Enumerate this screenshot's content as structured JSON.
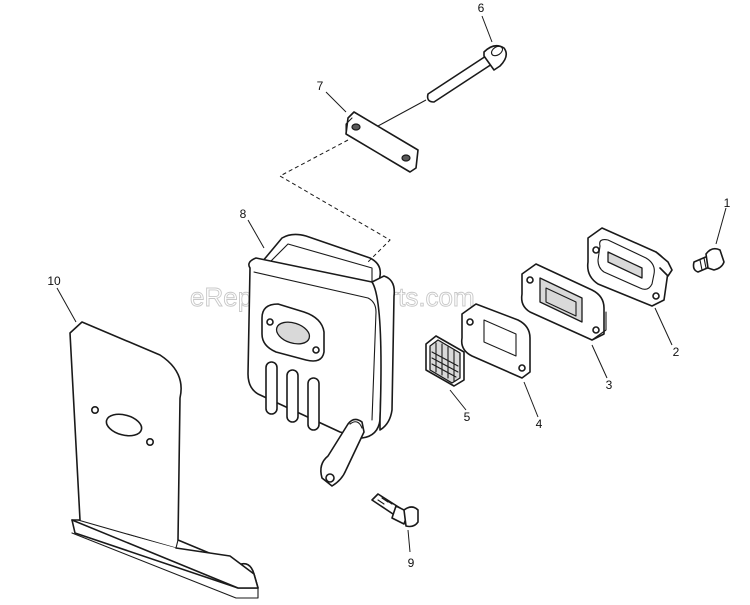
{
  "watermark": "eReplacementParts.com",
  "callouts": {
    "p1": "1",
    "p2": "2",
    "p3": "3",
    "p4": "4",
    "p5": "5",
    "p6": "6",
    "p7": "7",
    "p8": "8",
    "p9": "9",
    "p10": "10"
  }
}
